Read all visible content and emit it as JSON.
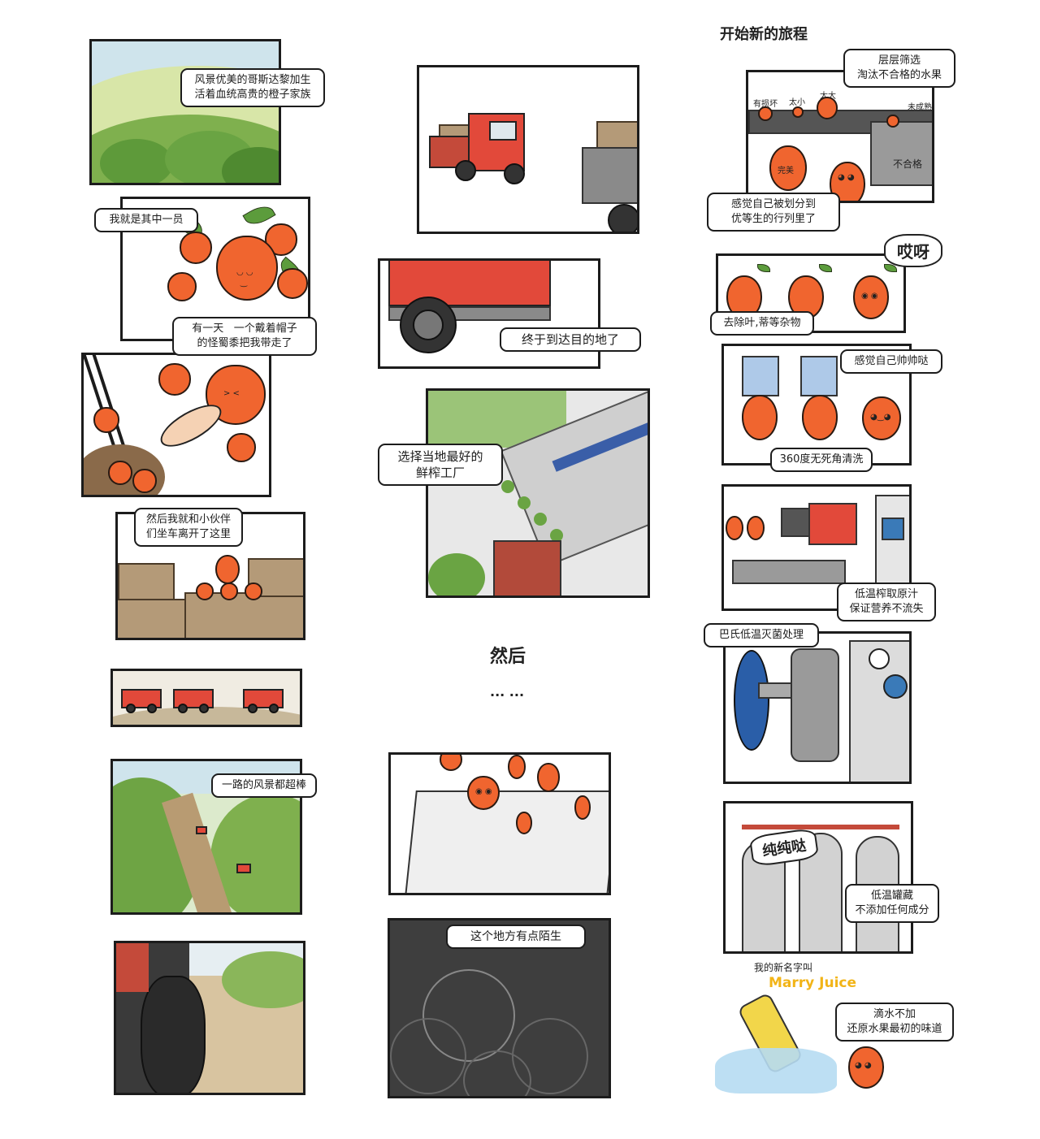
{
  "headings": {
    "new_journey": "开始新的旅程",
    "then": "然后",
    "ellipsis": "... ...",
    "ouch": "哎呀",
    "pure": "纯纯哒",
    "new_name": "我的新名字叫",
    "brand": "Marry Juice"
  },
  "captions": {
    "p1": "风景优美的哥斯达黎加生\n活着血统高贵的橙子家族",
    "p2": "我就是其中一员",
    "p3": "有一天   一个戴着帽子\n的怪蜀黍把我带走了",
    "p4": "然后我就和小伙伴\n们坐车离开了这里",
    "p5": "一路的风景都超棒",
    "p6": "终于到达目的地了",
    "p7": "选择当地最好的\n鲜榨工厂",
    "p8": "这个地方有点陌生",
    "r1": "层层筛选\n淘汰不合格的水果",
    "r2": "感觉自己被划分到\n优等生的行列里了",
    "r3": "去除叶,蒂等杂物",
    "r4": "感觉自己帅帅哒",
    "r5": "360度无死角清洗",
    "r6": "低温榨取原汁\n保证营养不流失",
    "r7": "巴氏低温灭菌处理",
    "r8": "低温罐藏\n不添加任何成分",
    "r9": "滴水不加\n还原水果最初的味道"
  },
  "labels": {
    "bad": "有损坏",
    "small": "太小",
    "big": "太大",
    "unripe": "未成熟",
    "perfect": "完美",
    "reject": "不合格"
  },
  "colors": {
    "orange": "#f0652f",
    "leaf": "#5c9c3c",
    "truck": "#e2493a",
    "brand": "#f2b417"
  }
}
